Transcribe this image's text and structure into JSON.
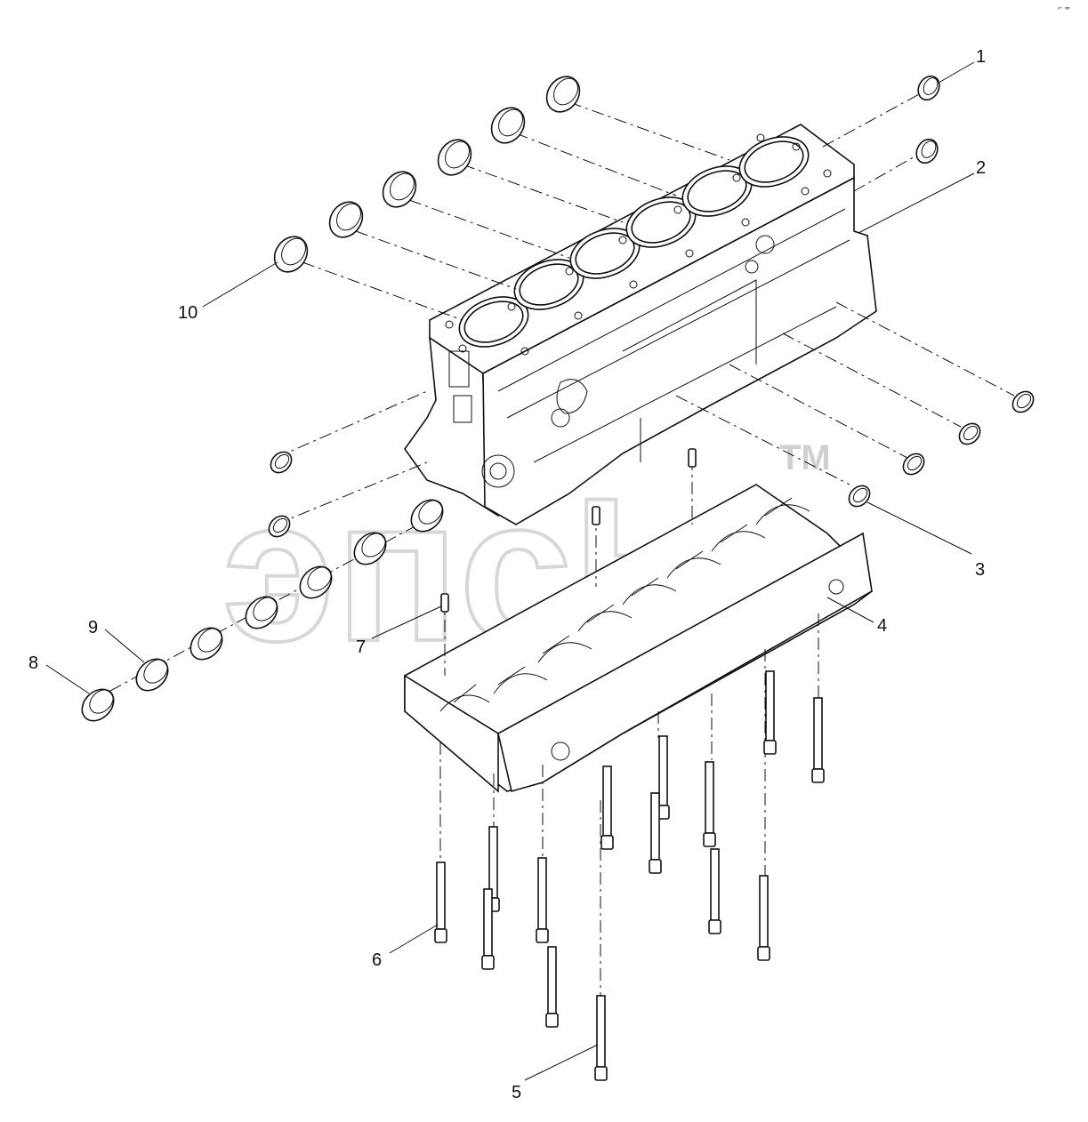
{
  "diagram": {
    "callouts": [
      {
        "id": "1",
        "label": "1"
      },
      {
        "id": "2",
        "label": "2"
      },
      {
        "id": "3",
        "label": "3"
      },
      {
        "id": "4",
        "label": "4"
      },
      {
        "id": "5",
        "label": "5"
      },
      {
        "id": "6",
        "label": "6"
      },
      {
        "id": "7",
        "label": "7"
      },
      {
        "id": "8",
        "label": "8"
      },
      {
        "id": "9",
        "label": "9"
      },
      {
        "id": "10",
        "label": "10"
      }
    ],
    "watermark": {
      "text": "эпсЬ",
      "tm": "TM"
    },
    "corner_mark": "⌐ ═"
  }
}
